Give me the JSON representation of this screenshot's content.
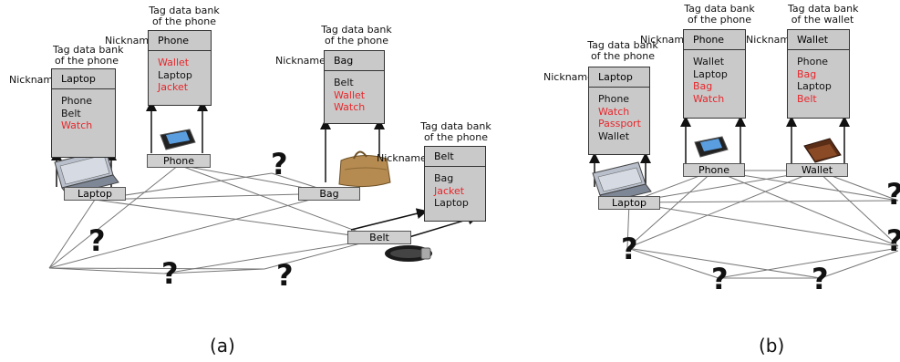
{
  "colors": {
    "red": "#e8262b",
    "black": "#111111"
  },
  "panel_a": {
    "caption": "(a)",
    "nodes": {
      "laptop": "Laptop",
      "phone": "Phone",
      "bag": "Bag",
      "belt": "Belt"
    },
    "question": "?",
    "banks": {
      "laptop": {
        "title": "Tag data bank\nof the phone",
        "nickname_label": "Nickname:",
        "nickname": "Laptop",
        "items": [
          {
            "text": "Phone",
            "color": "black"
          },
          {
            "text": "Belt",
            "color": "black"
          },
          {
            "text": "Watch",
            "color": "red"
          }
        ]
      },
      "phone": {
        "title": "Tag data bank\nof the phone",
        "nickname_label": "Nickname:",
        "nickname": "Phone",
        "items": [
          {
            "text": "Wallet",
            "color": "red"
          },
          {
            "text": "Laptop",
            "color": "black"
          },
          {
            "text": "Jacket",
            "color": "red"
          }
        ]
      },
      "bag": {
        "title": "Tag data bank\nof the phone",
        "nickname_label": "Nickname:",
        "nickname": "Bag",
        "items": [
          {
            "text": "Belt",
            "color": "black"
          },
          {
            "text": "Wallet",
            "color": "red"
          },
          {
            "text": "Watch",
            "color": "red"
          }
        ]
      },
      "belt": {
        "title": "Tag data bank\nof the phone",
        "nickname_label": "Nickname:",
        "nickname": "Belt",
        "items": [
          {
            "text": "Bag",
            "color": "black"
          },
          {
            "text": "Jacket",
            "color": "red"
          },
          {
            "text": "Laptop",
            "color": "black"
          }
        ]
      }
    }
  },
  "panel_b": {
    "caption": "(b)",
    "nodes": {
      "laptop": "Laptop",
      "phone": "Phone",
      "wallet": "Wallet"
    },
    "question": "?",
    "banks": {
      "laptop": {
        "title": "Tag data bank\nof the phone",
        "nickname_label": "Nickname:",
        "nickname": "Laptop",
        "items": [
          {
            "text": "Phone",
            "color": "black"
          },
          {
            "text": "Watch",
            "color": "red"
          },
          {
            "text": "Passport",
            "color": "red"
          },
          {
            "text": "Wallet",
            "color": "black"
          }
        ]
      },
      "phone": {
        "title": "Tag data bank\nof the phone",
        "nickname_label": "Nickname:",
        "nickname": "Phone",
        "items": [
          {
            "text": "Wallet",
            "color": "black"
          },
          {
            "text": "Laptop",
            "color": "black"
          },
          {
            "text": "Bag",
            "color": "red"
          },
          {
            "text": "Watch",
            "color": "red"
          }
        ]
      },
      "wallet": {
        "title": "Tag data bank\nof the wallet",
        "nickname_label": "Nickname:",
        "nickname": "Wallet",
        "items": [
          {
            "text": "Phone",
            "color": "black"
          },
          {
            "text": "Bag",
            "color": "red"
          },
          {
            "text": "Laptop",
            "color": "black"
          },
          {
            "text": "Belt",
            "color": "red"
          }
        ]
      }
    }
  }
}
